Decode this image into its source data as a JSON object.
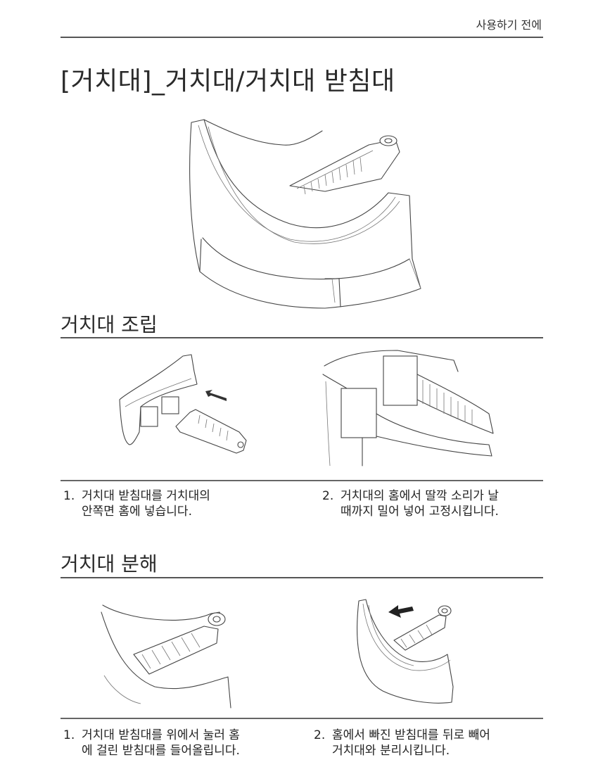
{
  "header": {
    "label": "사용하기 전에"
  },
  "title": "[거치대]_거치대/거치대 받침대",
  "sections": [
    {
      "title": "거치대 조립",
      "steps": [
        {
          "num": "1.",
          "line1": "거치대 받침대를 거치대의",
          "line2": "안쪽면 홈에  넣습니다."
        },
        {
          "num": "2.",
          "line1": "거치대의 홈에서 딸깍 소리가 날",
          "line2": "때까지 밀어 넣어 고정시킵니다."
        }
      ]
    },
    {
      "title": "거치대 분해",
      "steps": [
        {
          "num": "1.",
          "line1": "거치대 받침대를 위에서 눌러 홈",
          "line2": "에 걸린 받침대를 들어올립니다."
        },
        {
          "num": "2.",
          "line1": "홈에서 빠진 받침대를 뒤로 빼어",
          "line2": "거치대와 분리시킵니다."
        }
      ]
    }
  ]
}
